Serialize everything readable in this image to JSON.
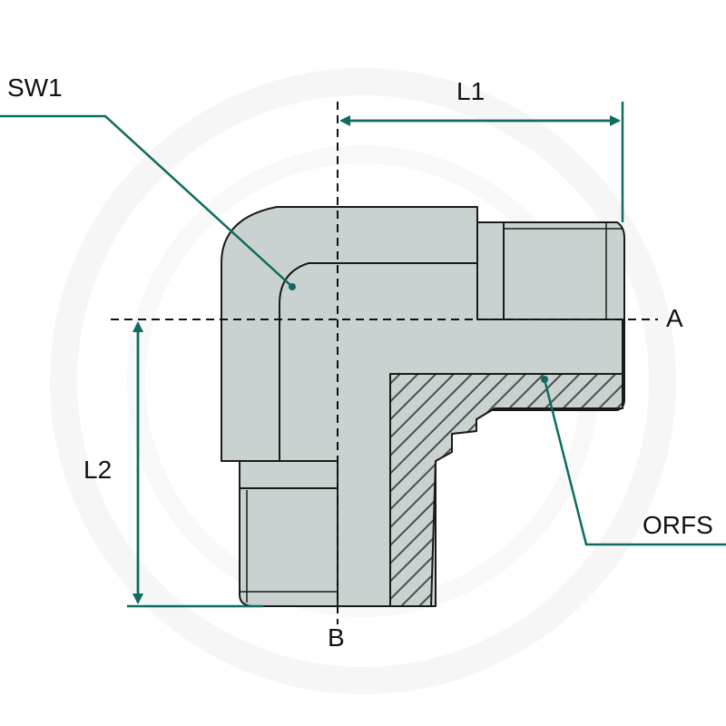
{
  "labels": {
    "sw1": "SW1",
    "l1": "L1",
    "l2": "L2",
    "axis_a": "A",
    "axis_b": "B",
    "orfs": "ORFS"
  },
  "colors": {
    "body_fill": "#c9d1d1",
    "body_stroke": "#1a1a1a",
    "section_fill": "#777f7f",
    "leader": "#0e6b5f",
    "dimension": "#0e6b5f",
    "centerline": "#111111",
    "watermark": "#f0f0f0"
  },
  "icons": {
    "fitting": "elbow-90-fitting-icon",
    "arrow": "dimension-arrow-icon"
  }
}
